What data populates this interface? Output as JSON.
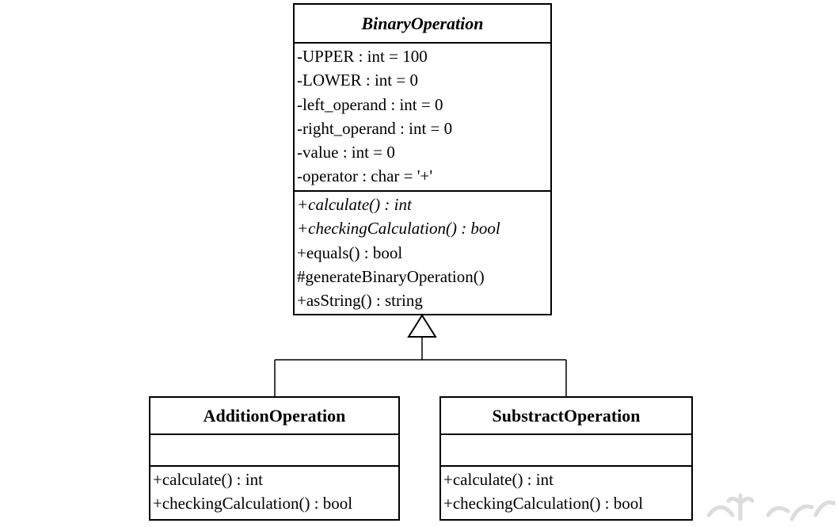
{
  "classes": {
    "binary_operation": {
      "name": "BinaryOperation",
      "attributes": [
        "-UPPER : int = 100",
        "-LOWER : int = 0",
        "-left_operand : int = 0",
        "-right_operand : int = 0",
        "-value : int = 0",
        "-operator : char = '+'"
      ],
      "methods": [
        "+calculate() : int",
        "+checkingCalculation() : bool",
        "+equals() : bool",
        "#generateBinaryOperation()",
        "+asString() : string"
      ]
    },
    "addition_operation": {
      "name": "AdditionOperation",
      "methods": [
        "+calculate() : int",
        "+checkingCalculation() : bool"
      ]
    },
    "substract_operation": {
      "name": "SubstractOperation",
      "methods": [
        "+calculate() : int",
        "+checkingCalculation() : bool"
      ]
    }
  }
}
